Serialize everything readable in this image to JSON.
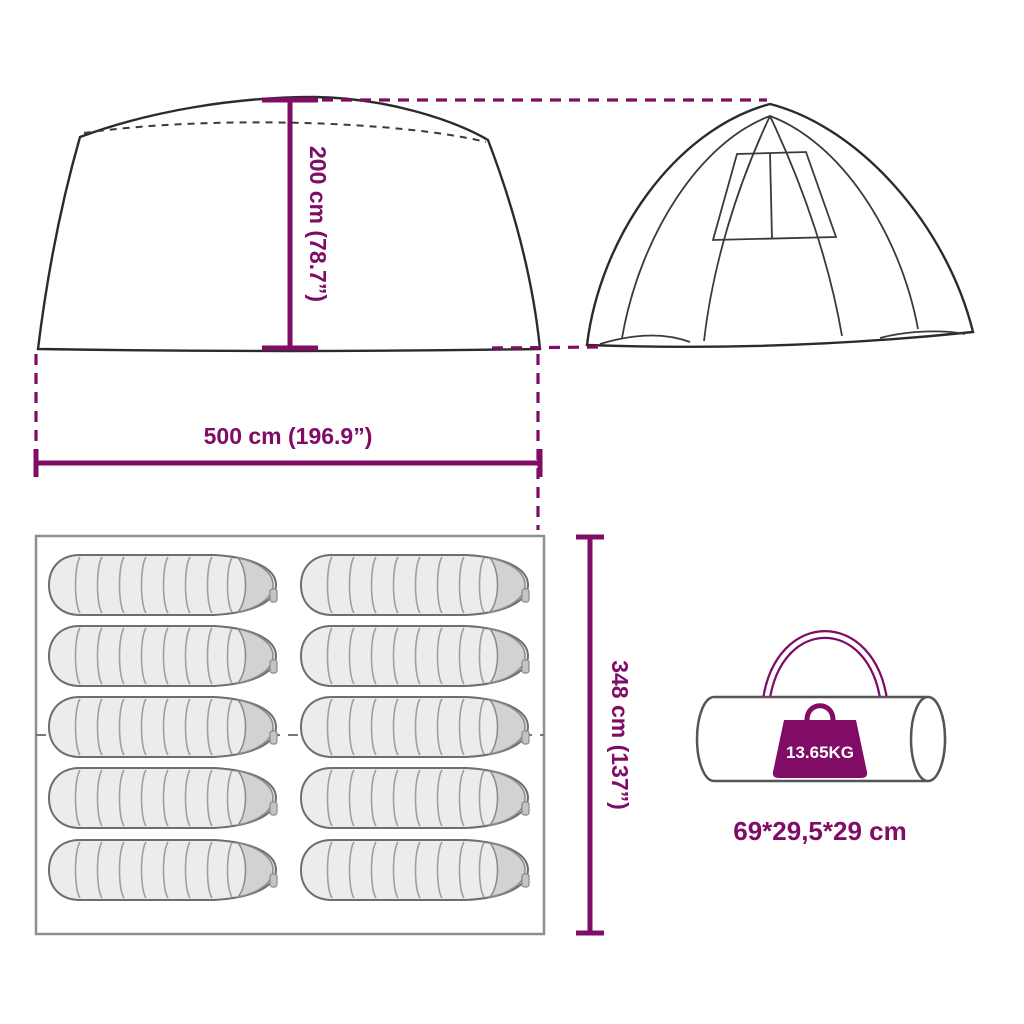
{
  "diagram_title": "tent-dimensions-product-diagram",
  "colors": {
    "accent": "#800C66",
    "line": "#2b2b2b",
    "sleeping_bag_fill": "#ececec",
    "sleeping_bag_hood": "#d2d2d2",
    "floor_outline": "#8f8f8f"
  },
  "dimensions": {
    "height_label": "200 cm (78.7”)",
    "width_label": "500 cm (196.9”)",
    "floor_depth_label": "348 cm (137”)",
    "weight_label": "13.65KG",
    "carry_bag_size_label": "69*29,5*29 cm"
  },
  "floor_plan": {
    "sleeping_bag_count": 10,
    "columns": 2,
    "rows": 5
  }
}
